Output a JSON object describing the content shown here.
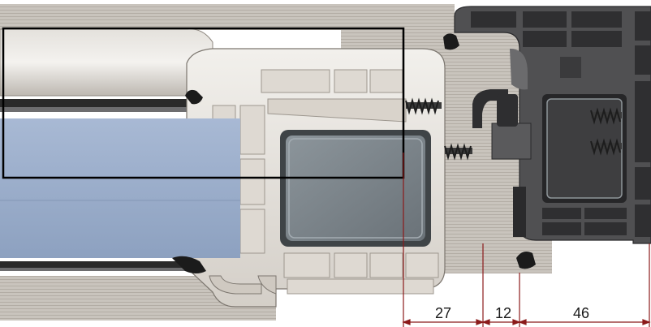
{
  "diagram": {
    "dimensions": [
      {
        "label": "27",
        "unit": ""
      },
      {
        "label": "12",
        "unit": ""
      },
      {
        "label": "46",
        "unit": ""
      }
    ],
    "colors": {
      "background": "#ffffff",
      "profile_light": "#e7e4df",
      "profile_mid": "#cfcac3",
      "profile_shadow": "#a9a39b",
      "glass": "#9fb2cf",
      "glass_dark": "#7f93b2",
      "reinforcement": "#7d858b",
      "reinforcement_dark": "#4e5357",
      "frame_dark": "#4a4a4c",
      "frame_cell": "#2f2f31",
      "gasket": "#1b1b1b",
      "dimension_line": "#8b1a1a",
      "outline": "#000000"
    },
    "icons": [
      "screw-icon",
      "screw-icon",
      "screw-icon",
      "screw-icon",
      "gasket-icon",
      "gasket-icon",
      "gasket-icon",
      "gasket-icon",
      "lock-pin-icon"
    ]
  }
}
